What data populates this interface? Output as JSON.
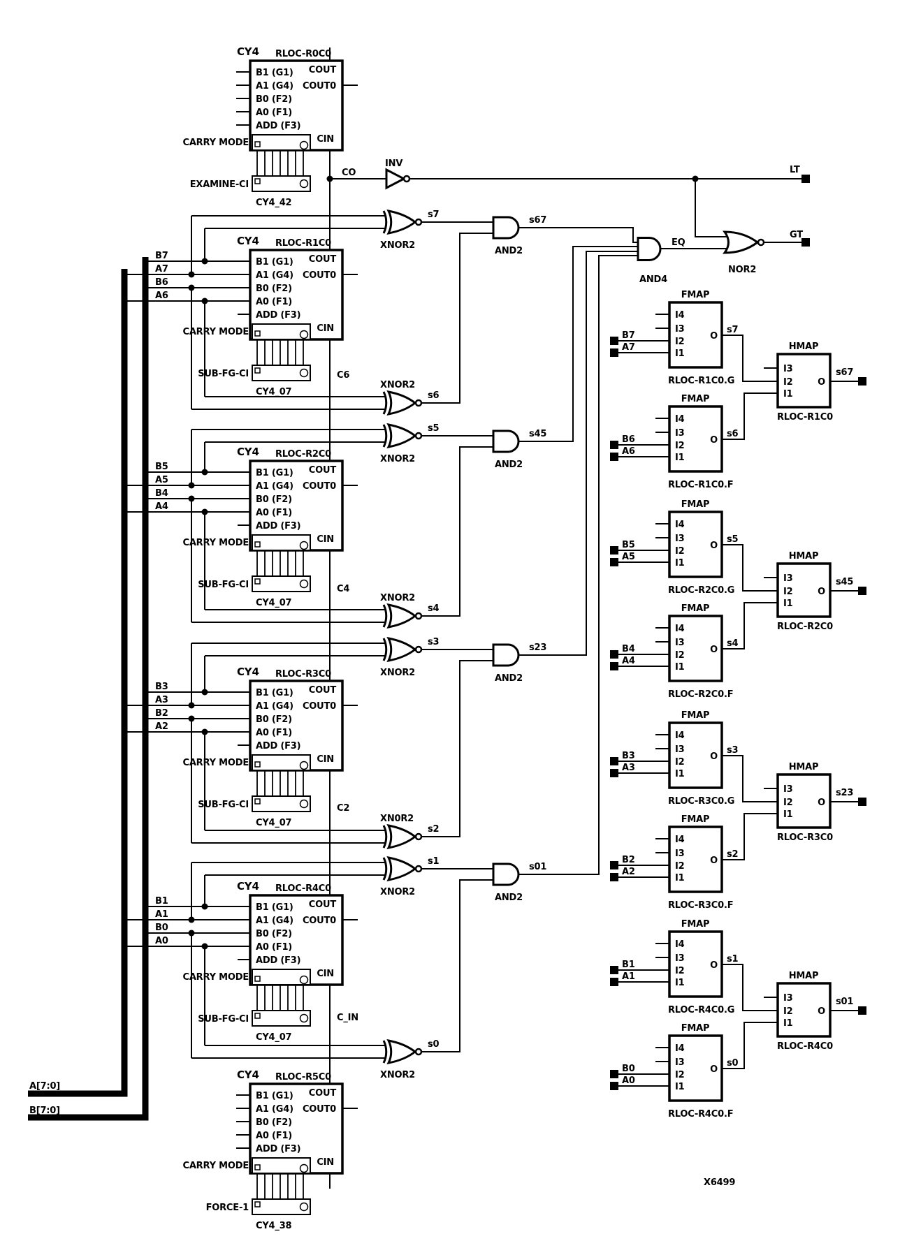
{
  "figure_id": "X6499",
  "buses": {
    "a": "A[7:0]",
    "b": "B[7:0]"
  },
  "carry_chain_labels": {
    "co": "CO",
    "c6": "C6",
    "c4": "C4",
    "c2": "C2",
    "c_in": "C_IN"
  },
  "io_terminals": {
    "lt": "LT",
    "gt": "GT"
  },
  "eq_label": "EQ",
  "gates": {
    "inv": {
      "type": "INV"
    },
    "nor": {
      "type": "NOR2"
    },
    "and4": {
      "type": "AND4"
    },
    "xnor": [
      {
        "type": "XNOR2",
        "out": "s7"
      },
      {
        "type": "XNOR2",
        "out": "s6"
      },
      {
        "type": "XNOR2",
        "out": "s5"
      },
      {
        "type": "XNOR2",
        "out": "s4"
      },
      {
        "type": "XNOR2",
        "out": "s3"
      },
      {
        "type": "XN0R2",
        "out": "s2"
      },
      {
        "type": "XNOR2",
        "out": "s1"
      },
      {
        "type": "XNOR2",
        "out": "s0"
      }
    ],
    "and2": [
      {
        "type": "AND2",
        "out": "s67"
      },
      {
        "type": "AND2",
        "out": "s45"
      },
      {
        "type": "AND2",
        "out": "s23"
      },
      {
        "type": "AND2",
        "out": "s01"
      }
    ]
  },
  "cy4": {
    "type_label": "CY4",
    "pins_left": [
      "B1 (G1)",
      "A1 (G4)",
      "B0 (F2)",
      "A0 (F1)",
      "ADD (F3)"
    ],
    "pin_cout": "COUT",
    "pin_cout0": "COUT0",
    "pin_cin": "CIN",
    "carry_mode_label": "CARRY MODE",
    "blocks": [
      {
        "rloc": "RLOC-R0C0",
        "mode": "EXAMINE-CI",
        "instance": "CY4_42",
        "taps": []
      },
      {
        "rloc": "RLOC-R1C0",
        "mode": "SUB-FG-CI",
        "instance": "CY4_07",
        "taps": [
          "B7",
          "A7",
          "B6",
          "A6"
        ]
      },
      {
        "rloc": "RLOC-R2C0",
        "mode": "SUB-FG-CI",
        "instance": "CY4_07",
        "taps": [
          "B5",
          "A5",
          "B4",
          "A4"
        ]
      },
      {
        "rloc": "RLOC-R3C0",
        "mode": "SUB-FG-CI",
        "instance": "CY4_07",
        "taps": [
          "B3",
          "A3",
          "B2",
          "A2"
        ]
      },
      {
        "rloc": "RLOC-R4C0",
        "mode": "SUB-FG-CI",
        "instance": "CY4_07",
        "taps": [
          "B1",
          "A1",
          "B0",
          "A0"
        ]
      },
      {
        "rloc": "RLOC-R5C0",
        "mode": "FORCE-1",
        "instance": "CY4_38",
        "taps": []
      }
    ]
  },
  "fmap": {
    "type_label": "FMAP",
    "pins": [
      "I4",
      "I3",
      "I2",
      "I1"
    ],
    "out_pin": "O",
    "blocks": [
      {
        "rloc": "RLOC-R1C0.G",
        "in2": "B7",
        "in1": "A7",
        "out": "s7"
      },
      {
        "rloc": "RLOC-R1C0.F",
        "in2": "B6",
        "in1": "A6",
        "out": "s6"
      },
      {
        "rloc": "RLOC-R2C0.G",
        "in2": "B5",
        "in1": "A5",
        "out": "s5"
      },
      {
        "rloc": "RLOC-R2C0.F",
        "in2": "B4",
        "in1": "A4",
        "out": "s4"
      },
      {
        "rloc": "RLOC-R3C0.G",
        "in2": "B3",
        "in1": "A3",
        "out": "s3"
      },
      {
        "rloc": "RLOC-R3C0.F",
        "in2": "B2",
        "in1": "A2",
        "out": "s2"
      },
      {
        "rloc": "RLOC-R4C0.G",
        "in2": "B1",
        "in1": "A1",
        "out": "s1"
      },
      {
        "rloc": "RLOC-R4C0.F",
        "in2": "B0",
        "in1": "A0",
        "out": "s0"
      }
    ]
  },
  "hmap": {
    "type_label": "HMAP",
    "pins": [
      "I3",
      "I2",
      "I1"
    ],
    "out_pin": "O",
    "blocks": [
      {
        "rloc": "RLOC-R1C0",
        "out": "s67"
      },
      {
        "rloc": "RLOC-R2C0",
        "out": "s45"
      },
      {
        "rloc": "RLOC-R3C0",
        "out": "s23"
      },
      {
        "rloc": "RLOC-R4C0",
        "out": "s01"
      }
    ]
  }
}
